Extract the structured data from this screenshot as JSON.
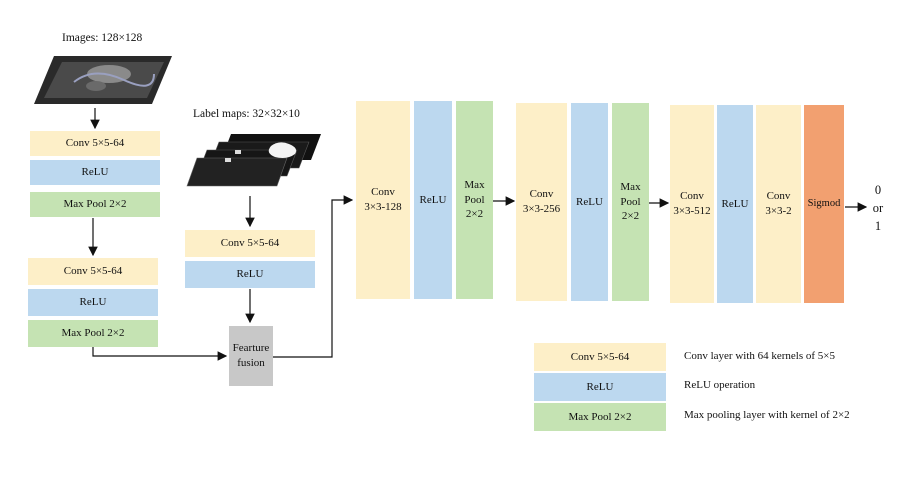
{
  "branch1": {
    "input_label": "Images: 128×128",
    "block1": [
      "Conv 5×5-64",
      "ReLU",
      "Max Pool 2×2"
    ],
    "block2": [
      "Conv 5×5-64",
      "ReLU",
      "Max Pool 2×2"
    ]
  },
  "branch2": {
    "input_label": "Label maps: 32×32×10",
    "block": [
      "Conv 5×5-64",
      "ReLU"
    ]
  },
  "fusion": [
    "Fearture",
    "fusion"
  ],
  "stage1": {
    "conv": [
      "Conv",
      "3×3-128"
    ],
    "relu": "ReLU",
    "pool": [
      "Max",
      "Pool",
      "2×2"
    ]
  },
  "stage2": {
    "conv": [
      "Conv",
      "3×3-256"
    ],
    "relu": "ReLU",
    "pool": [
      "Max",
      "Pool",
      "2×2"
    ]
  },
  "stage3": {
    "conv1": [
      "Conv",
      "3×3-512"
    ],
    "relu": "ReLU",
    "conv2": [
      "Conv",
      "3×3-2"
    ],
    "sigmoid": "Sigmod"
  },
  "output": [
    "0",
    "or",
    "1"
  ],
  "legend": [
    {
      "box": "Conv 5×5-64",
      "desc": "Conv layer with 64 kernels of 5×5"
    },
    {
      "box": "ReLU",
      "desc": "ReLU operation"
    },
    {
      "box": "Max Pool 2×2",
      "desc": "Max pooling layer with kernel of 2×2"
    }
  ],
  "colors": {
    "conv": "#fdefc8",
    "relu": "#bcd8ef",
    "pool": "#c5e3b3",
    "fusion": "#c8c8c8",
    "sigmoid": "#f2a070"
  }
}
